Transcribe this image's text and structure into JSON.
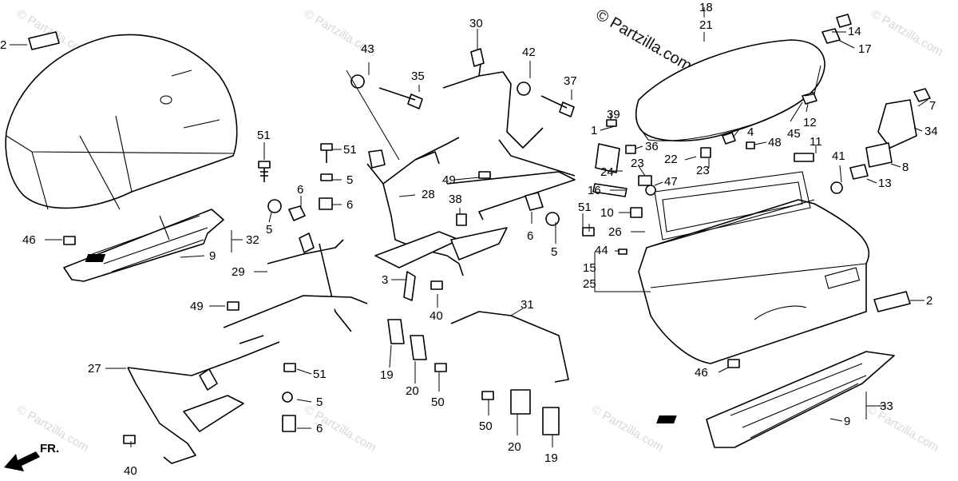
{
  "watermark": {
    "brand": "© Partzilla.com",
    "repeat_text": "© Partzilla.com"
  },
  "direction_label": "FR.",
  "callouts": {
    "c1": "1",
    "c2a": "2",
    "c2b": "2",
    "c3": "3",
    "c4": "4",
    "c5a": "5",
    "c5b": "5",
    "c5c": "5",
    "c5d": "5",
    "c6a": "6",
    "c6b": "6",
    "c6c": "6",
    "c6d": "6",
    "c7": "7",
    "c8": "8",
    "c9a": "9",
    "c9b": "9",
    "c10": "10",
    "c11": "11",
    "c12": "12",
    "c13": "13",
    "c14": "14",
    "c15": "15",
    "c16": "16",
    "c17": "17",
    "c18": "18",
    "c19a": "19",
    "c19b": "19",
    "c20a": "20",
    "c20b": "20",
    "c21": "21",
    "c22": "22",
    "c23a": "23",
    "c23b": "23",
    "c24": "24",
    "c25": "25",
    "c26": "26",
    "c27": "27",
    "c28": "28",
    "c29": "29",
    "c30": "30",
    "c31": "31",
    "c32": "32",
    "c33": "33",
    "c34": "34",
    "c35": "35",
    "c36": "36",
    "c37": "37",
    "c38": "38",
    "c39": "39",
    "c40a": "40",
    "c40b": "40",
    "c41": "41",
    "c42": "42",
    "c43": "43",
    "c44": "44",
    "c45": "45",
    "c46a": "46",
    "c46b": "46",
    "c47": "47",
    "c48": "48",
    "c49a": "49",
    "c49b": "49",
    "c50a": "50",
    "c50b": "50",
    "c51a": "51",
    "c51b": "51",
    "c51c": "51",
    "c51d": "51"
  }
}
